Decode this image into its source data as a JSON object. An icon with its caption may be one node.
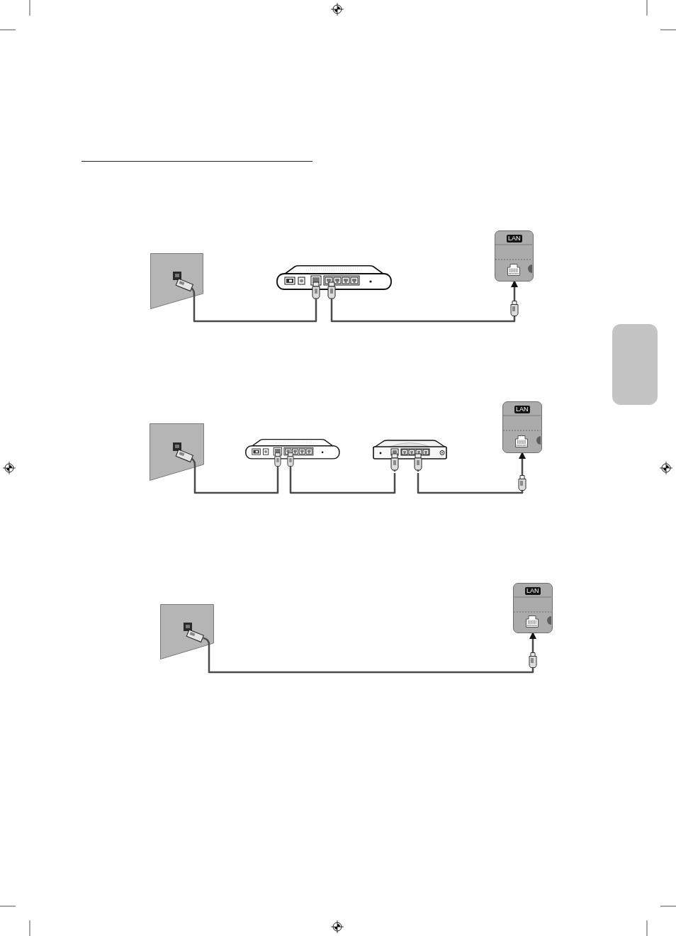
{
  "diagram": {
    "nodes": [
      {
        "text": [],
        "shape": "picture"
      },
      {
        "text": [],
        "shape": "picture"
      },
      {
        "text": [
          "LAN"
        ]
      },
      {
        "text": [],
        "shape": "picture"
      },
      {
        "text": [],
        "shape": "picture"
      },
      {
        "text": [],
        "shape": "picture"
      },
      {
        "text": [
          "LAN"
        ]
      },
      {
        "text": [],
        "shape": "picture"
      },
      {
        "text": [
          "LAN"
        ]
      },
      {
        "text": [],
        "shape": "box"
      }
    ],
    "edges": [
      {
        "from": 0,
        "to": 1,
        "arrow": "none"
      },
      {
        "from": 1,
        "to": 2,
        "arrow": "to"
      },
      {
        "from": 3,
        "to": 4,
        "arrow": "none"
      },
      {
        "from": 4,
        "to": 5,
        "arrow": "none"
      },
      {
        "from": 5,
        "to": 6,
        "arrow": "to"
      },
      {
        "from": 7,
        "to": 8,
        "arrow": "to"
      }
    ]
  }
}
